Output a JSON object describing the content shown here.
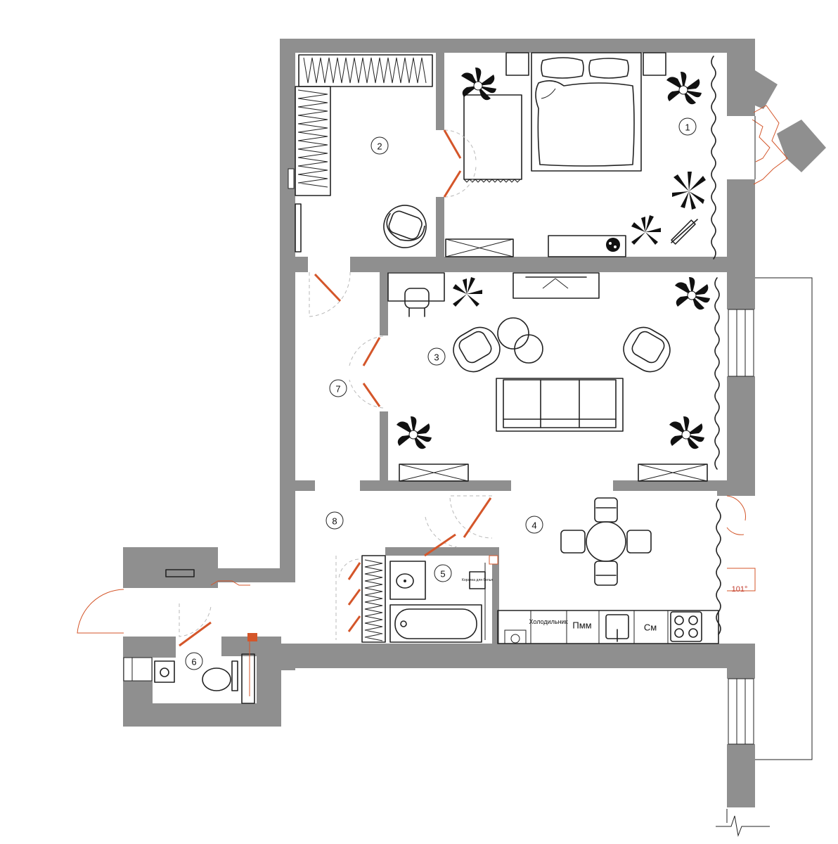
{
  "rooms": [
    {
      "id": "1"
    },
    {
      "id": "2"
    },
    {
      "id": "3"
    },
    {
      "id": "4"
    },
    {
      "id": "5"
    },
    {
      "id": "6"
    },
    {
      "id": "7"
    },
    {
      "id": "8"
    }
  ],
  "kitchen": {
    "fridge_label": "Холодильник",
    "dishwasher_label": "Пмм",
    "washer_label": "См"
  },
  "bathroom": {
    "laundry_basket_label": "Корзина для белья"
  },
  "balcony": {
    "angle_label": "101°"
  },
  "colors": {
    "wall": "#8f8f8f",
    "accent_door": "#d4562a",
    "line": "#222222",
    "background": "#ffffff"
  }
}
